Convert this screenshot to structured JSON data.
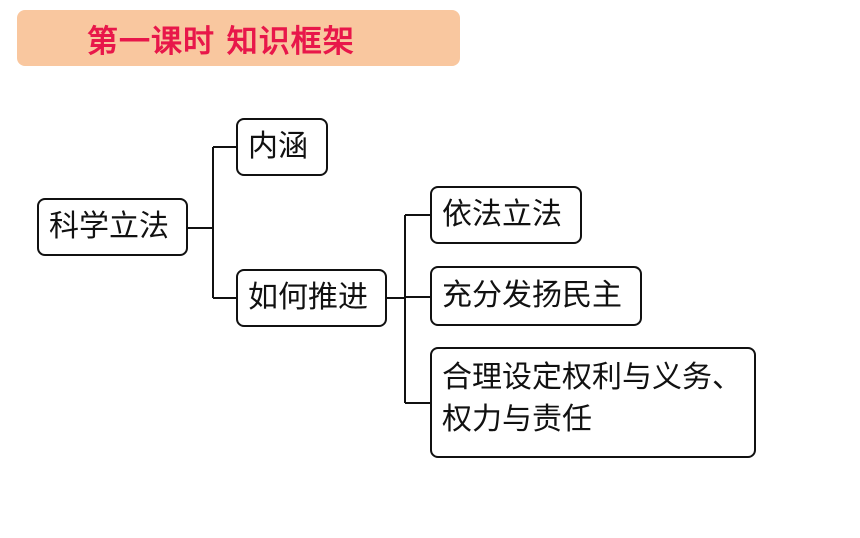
{
  "header": {
    "title": "第一课时 知识框架"
  },
  "diagram": {
    "root": "科学立法",
    "branches": [
      {
        "label": "内涵"
      },
      {
        "label": "如何推进",
        "children": [
          {
            "label": "依法立法"
          },
          {
            "label": "充分发扬民主"
          },
          {
            "label_line1": "合理设定权利与义务、",
            "label_line2": "权力与责任"
          }
        ]
      }
    ]
  }
}
